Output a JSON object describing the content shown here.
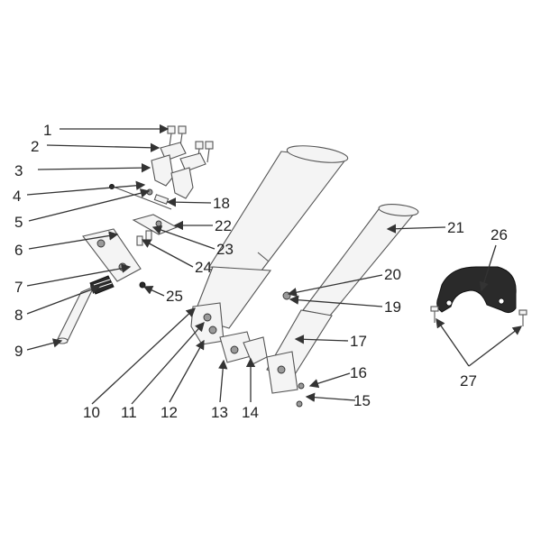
{
  "callouts": {
    "c1": "1",
    "c2": "2",
    "c3": "3",
    "c4": "4",
    "c5": "5",
    "c6": "6",
    "c7": "7",
    "c8": "8",
    "c9": "9",
    "c10": "10",
    "c11": "11",
    "c12": "12",
    "c13": "13",
    "c14": "14",
    "c15": "15",
    "c16": "16",
    "c17": "17",
    "c18": "18",
    "c19": "19",
    "c20": "20",
    "c21": "21",
    "c22": "22",
    "c23": "23",
    "c24": "24",
    "c25": "25",
    "c26": "26",
    "c27": "27"
  },
  "colors": {
    "background": "#ffffff",
    "line": "#555555",
    "text": "#222222",
    "dark_part": "#2a2a2a"
  }
}
